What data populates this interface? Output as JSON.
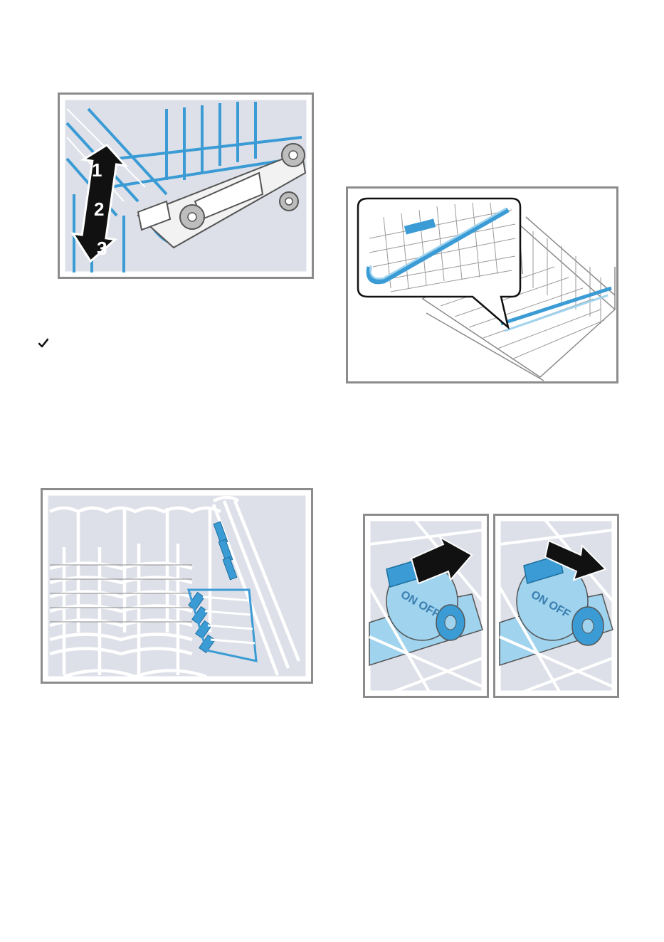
{
  "figures": {
    "height_adjust": {
      "levels": [
        "1",
        "2",
        "3"
      ]
    },
    "fold_tines": {},
    "upper_basket": {},
    "nozzle_left": {
      "label": "ON OFF"
    },
    "nozzle_right": {
      "label": "ON OFF"
    }
  },
  "icons": {
    "checkmark": "check-icon"
  },
  "colors": {
    "frame": "#8c8c8c",
    "panel_bg": "#dde0e8",
    "accent_blue": "#3a9bd5",
    "light_blue": "#9fd3ee",
    "wire": "#ffffff",
    "outline": "#555555"
  }
}
